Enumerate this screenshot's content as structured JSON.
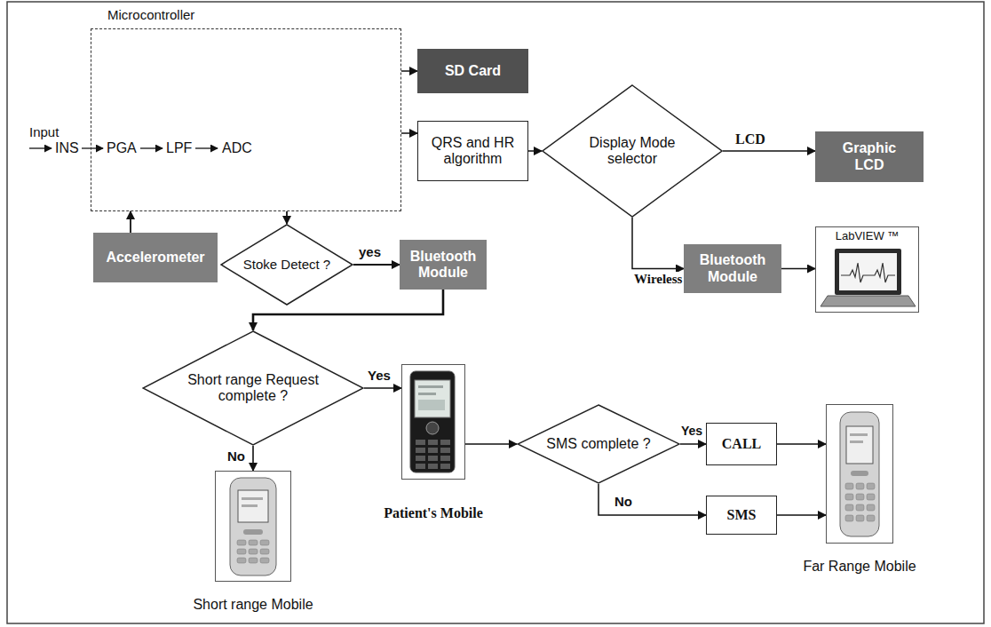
{
  "diagram": {
    "nodes": [
      {
        "text": [
          "Microcontroller"
        ]
      },
      {
        "text": [
          "SD Card"
        ]
      },
      {
        "text": [
          "QRS and HR algorithm"
        ]
      },
      {
        "text": [
          "Display Mode selector"
        ]
      },
      {
        "text": [
          "Graphic LCD"
        ]
      },
      {
        "text": [
          "Accelerometer"
        ]
      },
      {
        "text": [
          "Stoke Detect ?"
        ]
      },
      {
        "text": [
          "Bluetooth Module"
        ]
      },
      {
        "text": [
          "Bluetooth Module"
        ]
      },
      {
        "text": [
          "LabVIEW ™"
        ]
      },
      {
        "text": [
          "Short range Request complete ?"
        ]
      },
      {
        "text": [
          "Patient's Mobile"
        ]
      },
      {
        "text": [
          "SMS complete ?"
        ]
      },
      {
        "text": [
          "CALL"
        ]
      },
      {
        "text": [
          "SMS"
        ]
      },
      {
        "text": [
          "Short range Mobile"
        ]
      },
      {
        "text": [
          "Far Range Mobile"
        ]
      }
    ],
    "edges": [
      {
        "from": 0,
        "to": 1,
        "arrow": "to"
      },
      {
        "from": 0,
        "to": 2,
        "arrow": "to"
      },
      {
        "from": 2,
        "to": 3,
        "arrow": "to"
      },
      {
        "from": 3,
        "to": 4,
        "label": "LCD",
        "arrow": "to"
      },
      {
        "from": 3,
        "to": 8,
        "label": "Wireless",
        "arrow": "to"
      },
      {
        "from": 8,
        "to": 9,
        "arrow": "to"
      },
      {
        "from": 5,
        "to": 0,
        "arrow": "to"
      },
      {
        "from": 0,
        "to": 6,
        "arrow": "to"
      },
      {
        "from": 6,
        "to": 7,
        "label": "yes",
        "arrow": "to"
      },
      {
        "from": 7,
        "to": 10,
        "arrow": "to"
      },
      {
        "from": 10,
        "to": 11,
        "label": "Yes",
        "arrow": "to"
      },
      {
        "from": 10,
        "to": 15,
        "label": "No",
        "arrow": "to"
      },
      {
        "from": 11,
        "to": 12,
        "arrow": "to"
      },
      {
        "from": 12,
        "to": 13,
        "label": "Yes",
        "arrow": "to"
      },
      {
        "from": 12,
        "to": 14,
        "label": "No",
        "arrow": "to"
      },
      {
        "from": 13,
        "to": 16,
        "arrow": "to"
      },
      {
        "from": 14,
        "to": 16,
        "arrow": "to"
      }
    ],
    "labels": [
      "Input",
      "INS",
      "PGA",
      "LPF",
      "ADC"
    ]
  }
}
